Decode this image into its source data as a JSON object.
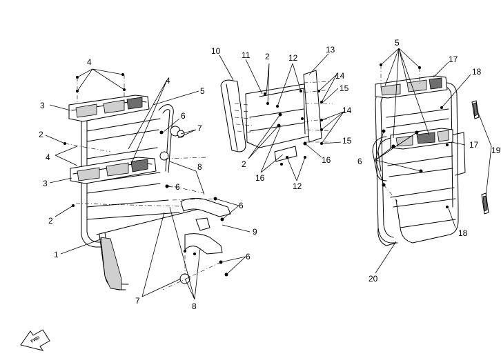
{
  "callouts": {
    "left": [
      "1",
      "2",
      "2",
      "3",
      "3",
      "4",
      "4",
      "5",
      "6",
      "6",
      "6",
      "6",
      "7",
      "7",
      "8",
      "8",
      "9"
    ],
    "middle": [
      "10",
      "11",
      "2",
      "12",
      "13",
      "14",
      "14",
      "15",
      "15",
      "2",
      "16",
      "16",
      "12"
    ],
    "right": [
      "5",
      "17",
      "17",
      "18",
      "18",
      "6",
      "19",
      "20"
    ]
  },
  "compass": {
    "label": "FWD",
    "icon": "fwd-arrow-icon"
  },
  "colors": {
    "line": "#000000",
    "shade": "#cfcfcf",
    "background": "#ffffff"
  }
}
